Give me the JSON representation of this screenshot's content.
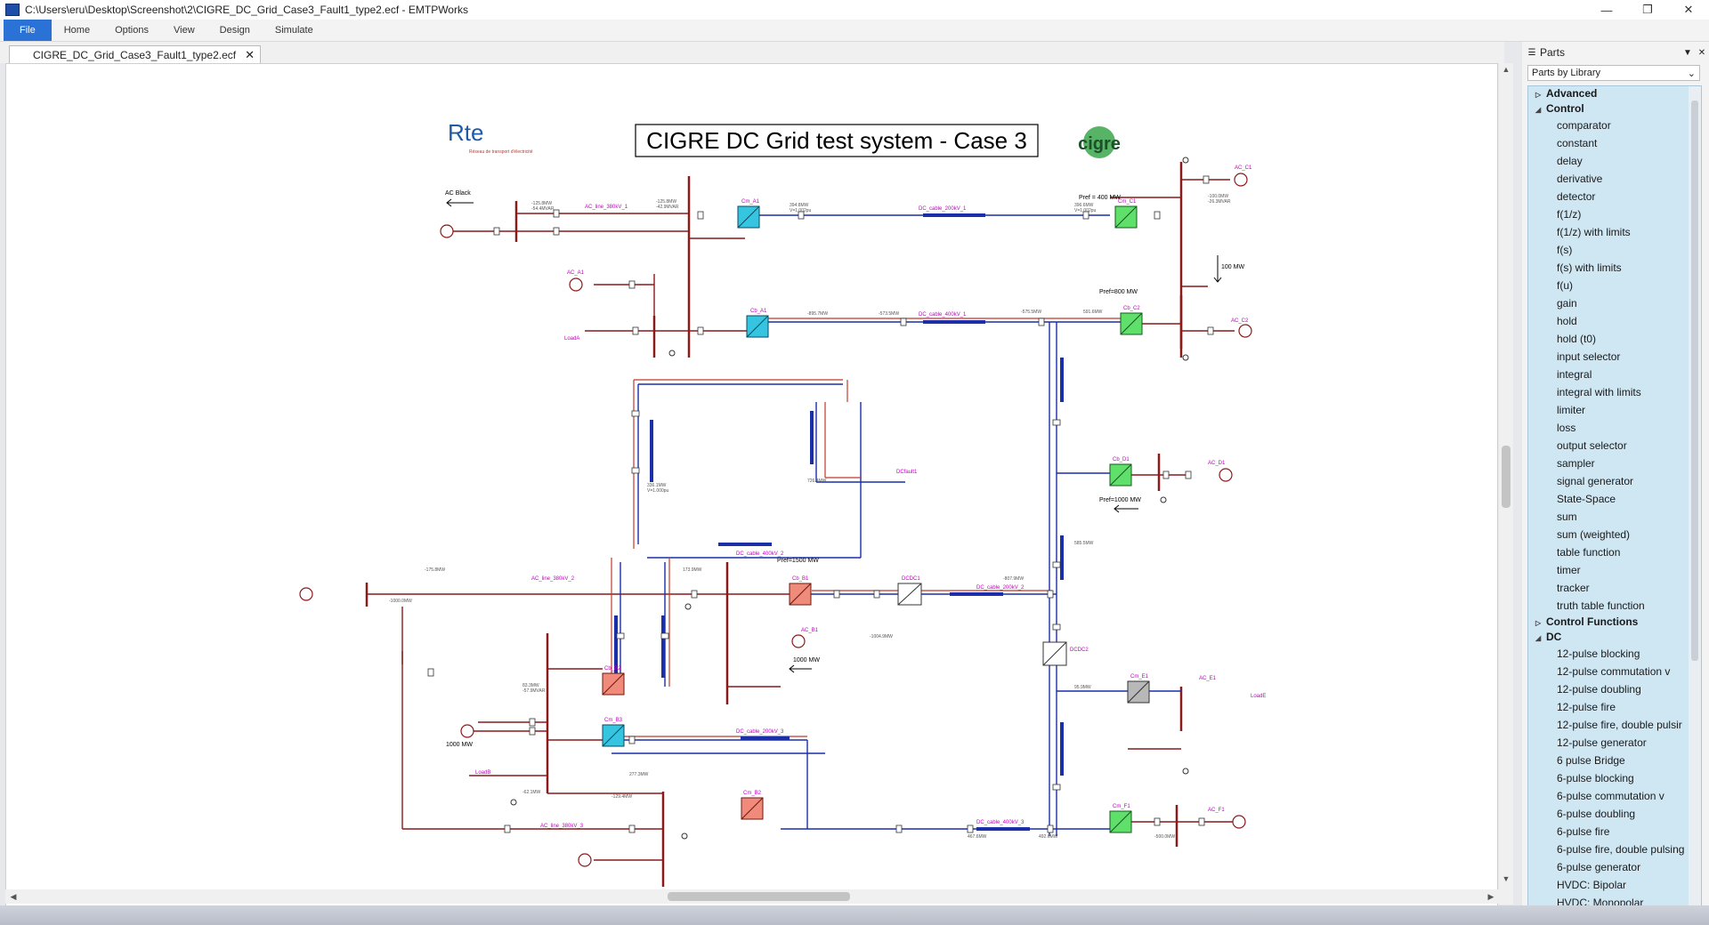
{
  "window": {
    "title": "C:\\Users\\eru\\Desktop\\Screenshot\\2\\CIGRE_DC_Grid_Case3_Fault1_type2.ecf - EMTPWorks"
  },
  "menu": {
    "file": "File",
    "home": "Home",
    "options": "Options",
    "view": "View",
    "design": "Design",
    "simulate": "Simulate"
  },
  "tab": {
    "label": "CIGRE_DC_Grid_Case3_Fault1_type2.ecf"
  },
  "diagram": {
    "title": "CIGRE DC Grid test system - Case 3",
    "logo_rte": "Rte",
    "logo_rte_sub": "Réseau de transport d'électricité",
    "logo_cigre": "cigre",
    "ac_black": "AC Black",
    "pref_400": "Pref = 400 MW",
    "pref_800": "Pref=800 MW",
    "pref_1000": "Pref=1000 MW",
    "pref_1500": "Pref=1500 MW",
    "mw_100": "100 MW",
    "mw_1000": "1000 MW",
    "mw_1000b": "1000 MW",
    "conv_cm_a1": "Cm_A1",
    "conv_cb_a1": "Cb_A1",
    "conv_cm_c1": "Cm_C1",
    "conv_cb_c2": "Cb_C2",
    "conv_cb_d1": "Cb_D1",
    "conv_cb_b1": "Cb_B1",
    "conv_cb_b2": "Cb_B2",
    "conv_cm_b3": "Cm_B3",
    "conv_cm_b2": "Cm_B2",
    "conv_cm_e1": "Cm_E1",
    "conv_cm_f1": "Cm_F1",
    "cable_1": "DC_cable_200kV_1",
    "cable_2": "DC_cable_400kV_1",
    "cable_3": "DC_cable_200kV_2",
    "cable_4": "DC_cable_400kV_2",
    "cable_5": "DC_cable_200kV_3",
    "cable_6": "DC_cable_400kV_3",
    "line_1": "AC_line_380kV_1",
    "line_2": "AC_line_380kV_2",
    "line_3": "AC_line_380kV_3",
    "ac_a1": "AC_A1",
    "ac_b1": "AC_B1",
    "ac_c1": "AC_C1",
    "ac_c2": "AC_C2",
    "ac_d1": "AC_D1",
    "ac_e1": "AC_E1",
    "ac_f1": "AC_F1",
    "dcdc1": "DCDC1",
    "dcdc2": "DCDC2",
    "fault": "DCfault1",
    "load_a": "LoadA",
    "load_b": "LoadB",
    "load_e": "LoadE"
  },
  "panel": {
    "title": "Parts",
    "library_mode": "Parts by Library",
    "categories": [
      {
        "name": "Advanced",
        "expanded": false,
        "items": []
      },
      {
        "name": "Control",
        "expanded": true,
        "items": [
          "comparator",
          "constant",
          "delay",
          "derivative",
          "detector",
          "f(1/z)",
          "f(1/z) with limits",
          "f(s)",
          "f(s) with limits",
          "f(u)",
          "gain",
          "hold",
          "hold (t0)",
          "input selector",
          "integral",
          "integral with limits",
          "limiter",
          "loss",
          "output selector",
          "sampler",
          "signal generator",
          "State-Space",
          "sum",
          "sum (weighted)",
          "table function",
          "timer",
          "tracker",
          "truth table function"
        ]
      },
      {
        "name": "Control Functions",
        "expanded": false,
        "items": []
      },
      {
        "name": "DC",
        "expanded": true,
        "items": [
          "12-pulse blocking",
          "12-pulse commutation v",
          "12-pulse doubling",
          "12-pulse fire",
          "12-pulse fire, double pulsir",
          "12-pulse generator",
          "6 pulse Bridge",
          "6-pulse blocking",
          "6-pulse commutation v",
          "6-pulse doubling",
          "6-pulse fire",
          "6-pulse fire, double pulsing",
          "6-pulse generator",
          "HVDC: Bipolar",
          "HVDC: Monopolar"
        ]
      }
    ]
  }
}
